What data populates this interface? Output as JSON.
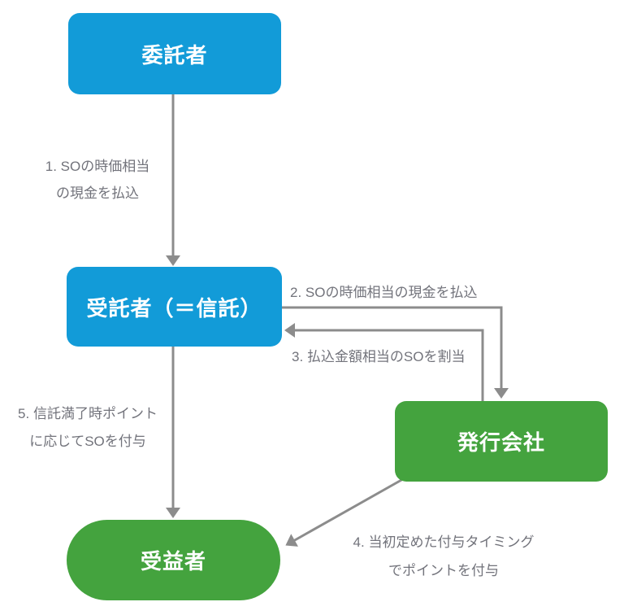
{
  "diagram": {
    "type": "flowchart",
    "nodes": [
      {
        "id": "consignor",
        "label": "委託者",
        "shape": "rounded-rect",
        "color": "#129BD8"
      },
      {
        "id": "trustee",
        "label": "受託者（＝信託）",
        "shape": "rounded-rect",
        "color": "#129BD8"
      },
      {
        "id": "issuer",
        "label": "発行会社",
        "shape": "rounded-rect",
        "color": "#44A33E"
      },
      {
        "id": "beneficiary",
        "label": "受益者",
        "shape": "pill",
        "color": "#44A33E"
      }
    ],
    "edges": [
      {
        "num": "1",
        "from": "consignor",
        "to": "trustee",
        "lines": [
          "1. SOの時価相当",
          "の現金を払込"
        ]
      },
      {
        "num": "2",
        "from": "trustee",
        "to": "issuer",
        "lines": [
          "2. SOの時価相当の現金を払込"
        ]
      },
      {
        "num": "3",
        "from": "issuer",
        "to": "trustee",
        "lines": [
          "3. 払込金額相当のSOを割当"
        ]
      },
      {
        "num": "4",
        "from": "issuer",
        "to": "beneficiary",
        "lines": [
          "4. 当初定めた付与タイミング",
          "でポイントを付与"
        ]
      },
      {
        "num": "5",
        "from": "trustee",
        "to": "beneficiary",
        "lines": [
          "5. 信託満了時ポイント",
          "に応じてSOを付与"
        ]
      }
    ],
    "colors": {
      "node_blue": "#129BD8",
      "node_green": "#44A33E",
      "connector": "#8C8C8C",
      "label_text": "#72737B",
      "node_text": "#FFFFFF",
      "background": "#FFFFFF"
    }
  }
}
